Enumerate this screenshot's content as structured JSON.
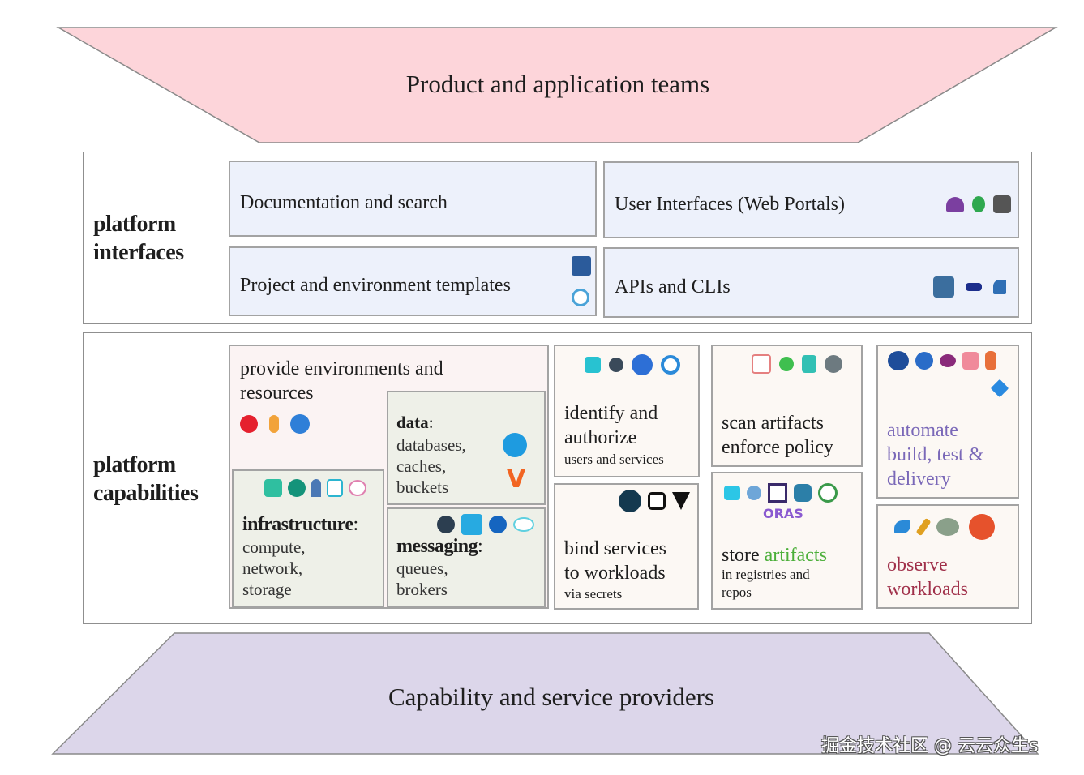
{
  "top_layer": {
    "title": "Product and application teams",
    "fill": "#fdd5da"
  },
  "bottom_layer": {
    "title": "Capability and service providers",
    "fill": "#dcd6ea"
  },
  "interfaces": {
    "label_line1": "platform",
    "label_line2": "interfaces",
    "boxes": [
      {
        "title": "Documentation and search",
        "icons": []
      },
      {
        "title": "User Interfaces (Web Portals)",
        "icons": [
          {
            "name": "arch-portal-icon",
            "color": "#7b3fa0"
          },
          {
            "name": "alien-icon",
            "color": "#2fa84f"
          },
          {
            "name": "cube-stack-icon",
            "color": "#555555"
          }
        ]
      },
      {
        "title": "Project and environment templates",
        "icons": [
          {
            "name": "helm-icon",
            "color": "#2b5b9b"
          },
          {
            "name": "target-circle-icon",
            "color": "#4aa3d8"
          }
        ]
      },
      {
        "title": "APIs and CLIs",
        "icons": [
          {
            "name": "crossplane-cube-icon",
            "color": "#3b6e9e"
          },
          {
            "name": "hat-icon",
            "color": "#1c2e8c"
          },
          {
            "name": "sailboat-icon",
            "color": "#2f6fb5"
          }
        ]
      }
    ]
  },
  "capabilities": {
    "label_line1": "platform",
    "label_line2": "capabilities",
    "provide": {
      "title": "provide environments and resources",
      "icons": [
        {
          "name": "bolt-circle-icon",
          "color": "#e5202e"
        },
        {
          "name": "popsicle-icon",
          "color": "#f2a33a"
        },
        {
          "name": "kubernetes-icon",
          "color": "#2f7fd8"
        }
      ]
    },
    "data": {
      "heading": "data",
      "colon": ":",
      "lines": [
        "databases,",
        "caches,",
        "buckets"
      ],
      "icons": [
        {
          "name": "gear-robot-icon",
          "color": "#1e9be0"
        },
        {
          "name": "v-logo-icon",
          "color": "#f26522"
        }
      ]
    },
    "infrastructure": {
      "heading": "infrastructure",
      "colon": ":",
      "lines": [
        "compute,",
        "network,",
        "storage"
      ],
      "icons": [
        {
          "name": "stack-icon",
          "color": "#2fbfa0"
        },
        {
          "name": "vcluster-icon",
          "color": "#14937a"
        },
        {
          "name": "sail-icon",
          "color": "#4a78b5"
        },
        {
          "name": "box-icon",
          "color": "#2bb5d0"
        },
        {
          "name": "cloud-rings-icon",
          "color": "#e080b0"
        }
      ]
    },
    "messaging": {
      "heading": "messaging",
      "colon": ":",
      "lines": [
        "queues,",
        "brokers"
      ],
      "icons": [
        {
          "name": "hex-arrow-icon",
          "color": "#2c3e50"
        },
        {
          "name": "nats-icon",
          "color": "#27aae1"
        },
        {
          "name": "kafka-k-icon",
          "color": "#1565c0"
        },
        {
          "name": "cloud-icon",
          "color": "#5fd0e0"
        }
      ]
    },
    "identify": {
      "line1": "identify and",
      "line2": "authorize",
      "sub": "users and services",
      "icons": [
        {
          "name": "list-lines-icon",
          "color": "#28c2d1"
        },
        {
          "name": "hex-lens-icon",
          "color": "#3a4a5a"
        },
        {
          "name": "anchor-circle-icon",
          "color": "#2d6fd6"
        },
        {
          "name": "ring-dots-icon",
          "color": "#2b8ad9"
        }
      ]
    },
    "bind": {
      "line1": "bind services",
      "line2": "to workloads",
      "sub": "via secrets",
      "icons": [
        {
          "name": "vault-circle-icon",
          "color": "#14394f"
        },
        {
          "name": "onepassword-icon",
          "color": "#111111"
        },
        {
          "name": "triangle-down-icon",
          "color": "#111111"
        }
      ]
    },
    "scan": {
      "line1": "scan artifacts",
      "line2": "enforce policy",
      "icons": [
        {
          "name": "network-tree-icon",
          "color": "#e58080"
        },
        {
          "name": "sprout-icon",
          "color": "#3fbf4f"
        },
        {
          "name": "kyverno-icon",
          "color": "#32c0b4"
        },
        {
          "name": "opa-icon",
          "color": "#6d7a80"
        }
      ]
    },
    "store": {
      "word1": "store",
      "word2": "artifacts",
      "sub_line1": "in registries and",
      "sub_line2": "repos",
      "accent": "#4caf3a",
      "icons": [
        {
          "name": "zot-icon",
          "color": "#2cc6e6"
        },
        {
          "name": "harbor-icon",
          "color": "#6ea6d8"
        },
        {
          "name": "ci-box-icon",
          "color": "#3a2a6a"
        },
        {
          "name": "hexagon-icon",
          "color": "#2c7fa8"
        },
        {
          "name": "info-circle-icon",
          "color": "#3a9a4a"
        },
        {
          "name": "oras-icon",
          "color": "#8a5ad0"
        }
      ]
    },
    "automate": {
      "line1": "automate",
      "line2": "build, test &",
      "line3": "delivery",
      "color": "#7a68b8",
      "icons": [
        {
          "name": "bowl-icon",
          "color": "#1f4d9a"
        },
        {
          "name": "striped-circle-icon",
          "color": "#2a6cc8"
        },
        {
          "name": "hearts-icon",
          "color": "#8a2a7a"
        },
        {
          "name": "pig-icon",
          "color": "#f08a9a"
        },
        {
          "name": "jenkins-icon",
          "color": "#e8703a"
        },
        {
          "name": "argo-diamond-icon",
          "color": "#2a8ae0"
        }
      ]
    },
    "observe": {
      "line1": "observe",
      "line2": "workloads",
      "color": "#a0304a",
      "icons": [
        {
          "name": "bird-icon",
          "color": "#2a8ad8"
        },
        {
          "name": "telescope-icon",
          "color": "#e0a020"
        },
        {
          "name": "piggy-icon",
          "color": "#8aa08a"
        },
        {
          "name": "prometheus-icon",
          "color": "#e6522c"
        }
      ]
    }
  },
  "watermark": "掘金技术社区 @ 云云众生s"
}
